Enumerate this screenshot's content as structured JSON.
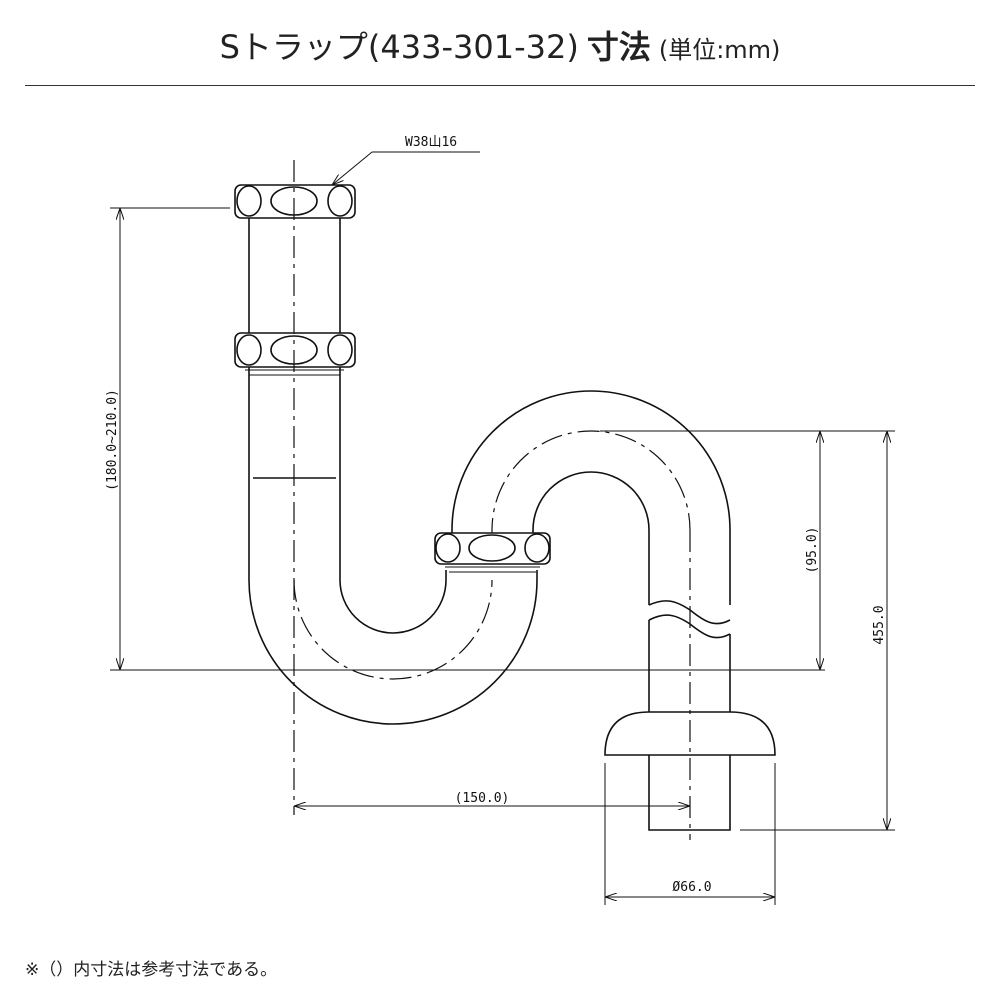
{
  "title": {
    "product": "Sトラップ(433-301-32)",
    "emphasis": "寸法",
    "unit": "(単位:mm)"
  },
  "drawing": {
    "thread_label": "W38山16",
    "dim_height_range": "(180.0~210.0)",
    "dim_seal": "(95.0)",
    "dim_total": "455.0",
    "dim_offset": "(150.0)",
    "dim_diameter": "Ø66.0"
  },
  "note": "※（）内寸法は参考寸法である。"
}
